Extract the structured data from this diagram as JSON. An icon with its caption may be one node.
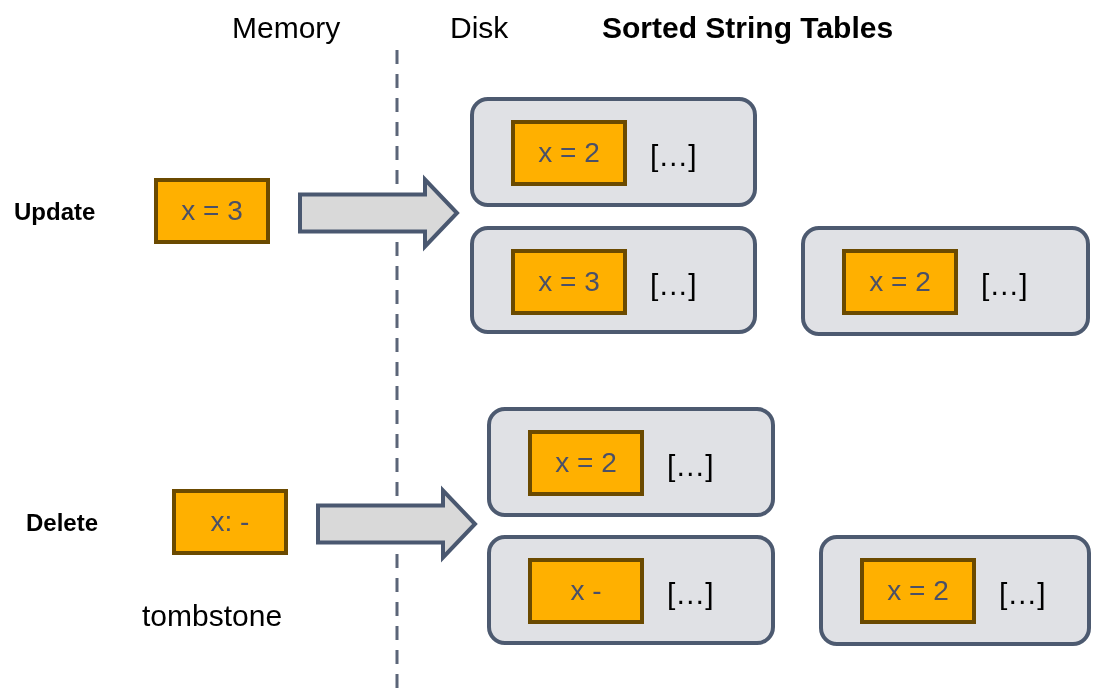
{
  "diagram": {
    "nodes": [
      {
        "text": [
          "x = 3"
        ]
      },
      {
        "text": [
          "[…]"
        ]
      },
      {
        "text": [
          "x = 2"
        ],
        "in": 1
      },
      {
        "text": [
          "[…]"
        ]
      },
      {
        "text": [
          "x = 3"
        ],
        "in": 3
      },
      {
        "text": [
          "[…]"
        ]
      },
      {
        "text": [
          "x = 2"
        ],
        "in": 5
      },
      {
        "text": [
          "x: -"
        ],
        "beside": [
          "tombstone"
        ]
      },
      {
        "text": [
          "[…]"
        ]
      },
      {
        "text": [
          "x = 2"
        ],
        "in": 8
      },
      {
        "text": [
          "[…]"
        ]
      },
      {
        "text": [
          "x -"
        ],
        "in": 10
      },
      {
        "text": [
          "[…]"
        ]
      },
      {
        "text": [
          "x = 2"
        ],
        "in": 12
      }
    ],
    "edges": [
      {
        "from": 0,
        "to": null,
        "arrow": "to",
        "style": "thick"
      },
      {
        "from": 7,
        "to": null,
        "arrow": "to",
        "style": "thick"
      }
    ],
    "labels": [
      "Memory",
      "Disk",
      "Sorted String Tables",
      "Update",
      "Delete"
    ]
  }
}
